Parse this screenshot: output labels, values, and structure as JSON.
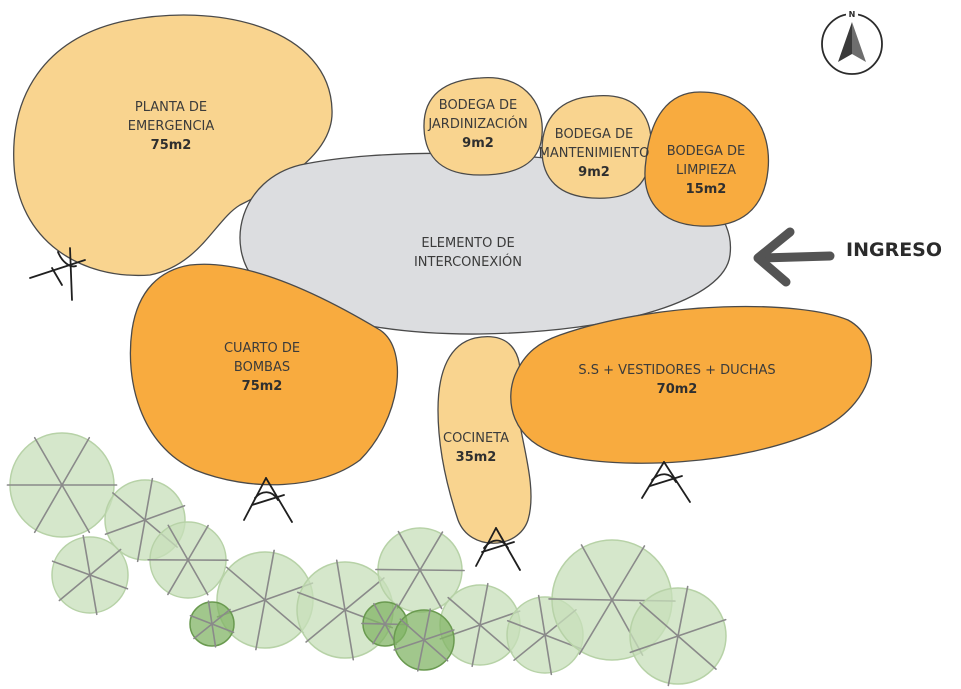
{
  "entrance": {
    "label": "INGRESO"
  },
  "compass": {
    "north_label": "N"
  },
  "spaces": {
    "planta": {
      "line1": "PLANTA DE",
      "line2": "EMERGENCIA",
      "area": "75m2"
    },
    "jardin": {
      "line1": "BODEGA DE",
      "line2": "JARDINIZACIÓN",
      "area": "9m2"
    },
    "manten": {
      "line1": "BODEGA DE",
      "line2": "MANTENIMIENTO",
      "area": "9m2"
    },
    "limpieza": {
      "line1": "BODEGA DE",
      "line2": "LIMPIEZA",
      "area": "15m2"
    },
    "inter": {
      "line1": "ELEMENTO DE",
      "line2": "INTERCONEXIÓN"
    },
    "bombas": {
      "line1": "CUARTO DE",
      "line2": "BOMBAS",
      "area": "75m2"
    },
    "cocineta": {
      "line1": "COCINETA",
      "area": "35m2"
    },
    "ss": {
      "line1": "S.S + VESTIDORES + DUCHAS",
      "area": "70m2"
    }
  },
  "colors": {
    "light_orange": "#f9d48f",
    "dark_orange": "#f8ab3f",
    "gray": "#dcdde0",
    "tree_green": "#c7dfb9",
    "tree_dark_green": "#82b465",
    "outline": "#4a4a4a"
  }
}
